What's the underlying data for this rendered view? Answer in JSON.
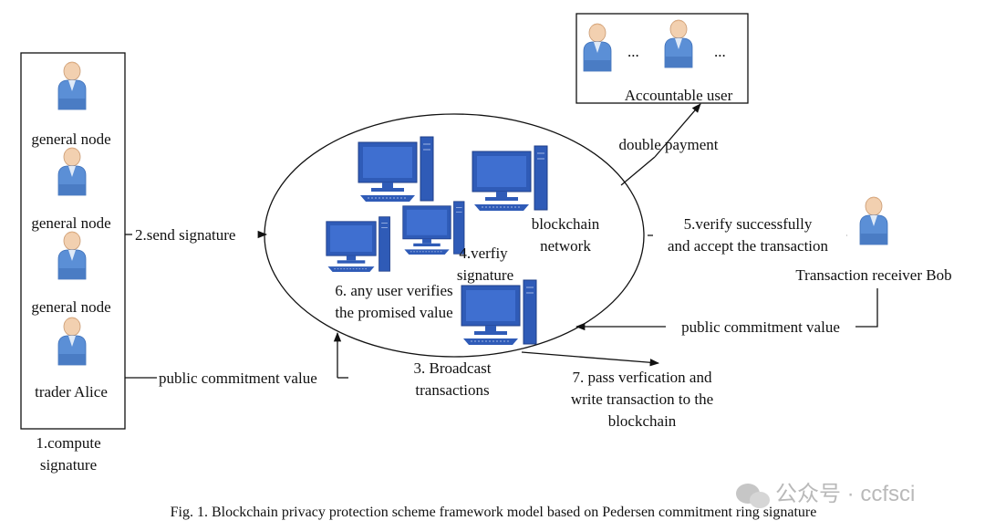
{
  "left_panel": {
    "nodes": [
      "general node",
      "general node",
      "general node",
      "trader Alice"
    ],
    "below": [
      "1.compute",
      "signature"
    ]
  },
  "accountable": {
    "dots": [
      "...",
      "..."
    ],
    "label": "Accountable user"
  },
  "network": {
    "label": [
      "blockchain",
      "network"
    ]
  },
  "receiver": {
    "label": "Transaction receiver Bob"
  },
  "labels": {
    "send_signature": "2.send signature",
    "public_commitment_left": "public commitment value",
    "broadcast": [
      "3. Broadcast",
      "transactions"
    ],
    "verify_signature": [
      "4.verfiy",
      "signature"
    ],
    "verify_accept": [
      "5.verify successfully",
      "and accept the transaction"
    ],
    "any_user": [
      "6. any user verifies",
      "the promised value"
    ],
    "pass_verification": [
      "7. pass verfication and",
      "write transaction to the",
      "blockchain"
    ],
    "double_payment": "double payment",
    "public_commitment_right": "public commitment value"
  },
  "caption": "Fig. 1.  Blockchain privacy protection scheme framework model based on Pedersen commitment ring signature",
  "watermark": "公众号 · ccfsci",
  "colors": {
    "computer": "#2f5bb7",
    "computer_dark": "#1f3f8a",
    "person_body": "#5b8fd6",
    "person_head": "#f2d0b0"
  }
}
